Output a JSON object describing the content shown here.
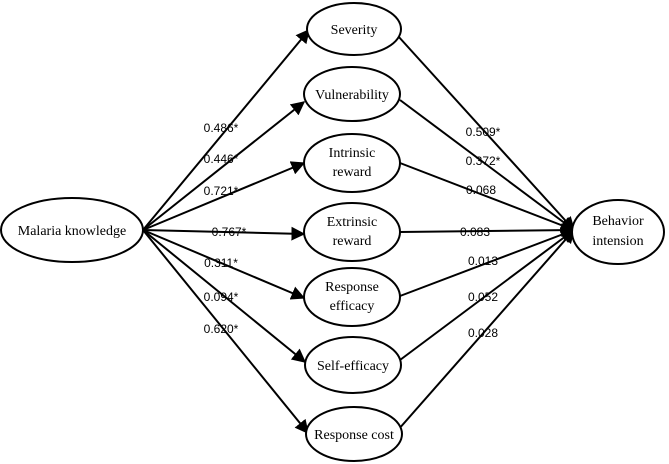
{
  "nodes": {
    "malaria_knowledge": "Malaria knowledge",
    "severity": "Severity",
    "vulnerability": "Vulnerability",
    "intrinsic_reward_1": "Intrinsic",
    "intrinsic_reward_2": "reward",
    "extrinsic_reward_1": "Extrinsic",
    "extrinsic_reward_2": "reward",
    "response_efficacy_1": "Response",
    "response_efficacy_2": "efficacy",
    "self_efficacy": "Self-efficacy",
    "response_cost": "Response cost",
    "behavior_intension_1": "Behavior",
    "behavior_intension_2": "intension"
  },
  "paths_from_knowledge": {
    "severity": "0.486*",
    "vulnerability": "0.446*",
    "intrinsic_reward": "0.721*",
    "extrinsic_reward": "0.767*",
    "response_efficacy": "0.311*",
    "self_efficacy": "0.094*",
    "response_cost": "0.620*"
  },
  "paths_to_behavior": {
    "severity": "0.509*",
    "vulnerability": "0.372*",
    "intrinsic_reward": "0.068",
    "extrinsic_reward": "0.083",
    "response_efficacy": "0.013",
    "self_efficacy": "0.052",
    "response_cost": "0.028"
  }
}
